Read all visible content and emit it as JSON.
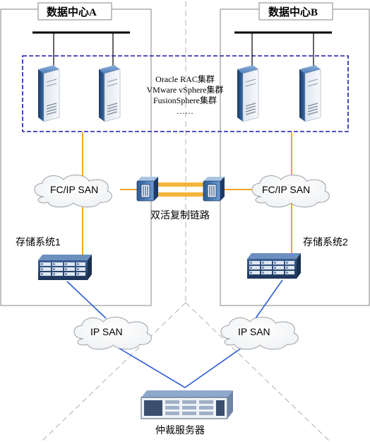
{
  "dc_a": {
    "title": "数据中心A"
  },
  "dc_b": {
    "title": "数据中心B"
  },
  "clusters": [
    "Oracle RAC集群",
    "VMware  vSphere集群",
    "FusionSphere集群",
    "……"
  ],
  "san_a": "FC/IP SAN",
  "san_b": "FC/IP SAN",
  "replication_label": "双活复制链路",
  "storage_a": "存储系统1",
  "storage_b": "存储系统2",
  "ip_san_a": "IP SAN",
  "ip_san_b": "IP SAN",
  "arbitration_label": "仲裁服务器",
  "colors": {
    "fc_link": "#f5a623",
    "ip_link": "#2b5bd7",
    "cluster_box": "#1a1aa8",
    "dc_border": "#9a9a9a"
  }
}
